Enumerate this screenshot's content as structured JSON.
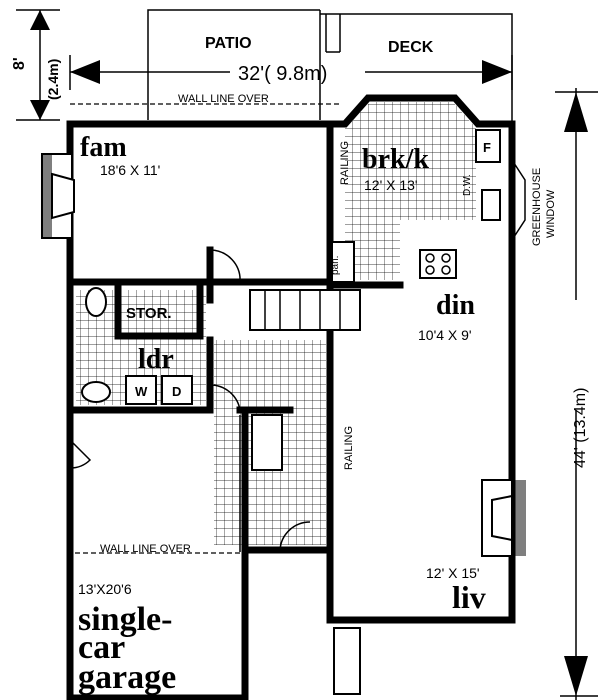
{
  "outdoor": {
    "patio": "PATIO",
    "deck": "DECK"
  },
  "dimensions": {
    "width": "32'( 9.8m)",
    "depth": "44' (13.4m)",
    "offset_ft": "8'",
    "offset_m": "(2.4m)"
  },
  "notes": {
    "wall_line_upper": "WALL LINE OVER",
    "wall_line_lower": "WALL LINE OVER",
    "railing_upper": "RAILING",
    "railing_lower": "RAILING",
    "greenhouse_1": "GREENHOUSE",
    "greenhouse_2": "WINDOW"
  },
  "rooms": {
    "fam_name": "fam",
    "fam_size": "18'6 X 11'",
    "brk_name": "brk/k",
    "brk_size": "12' X 13'",
    "din_name": "din",
    "din_size": "10'4 X 9'",
    "stor_name": "STOR.",
    "ldr_name": "ldr",
    "liv_name": "liv",
    "liv_size": "12' X 15'",
    "garage_size": "13'X20'6",
    "garage_line1": "single-",
    "garage_line2": "car",
    "garage_line3": "garage"
  },
  "fixtures": {
    "fridge": "F",
    "dishwasher": "D.W.",
    "pantry": "pan.",
    "washer": "W",
    "dryer": "D"
  }
}
